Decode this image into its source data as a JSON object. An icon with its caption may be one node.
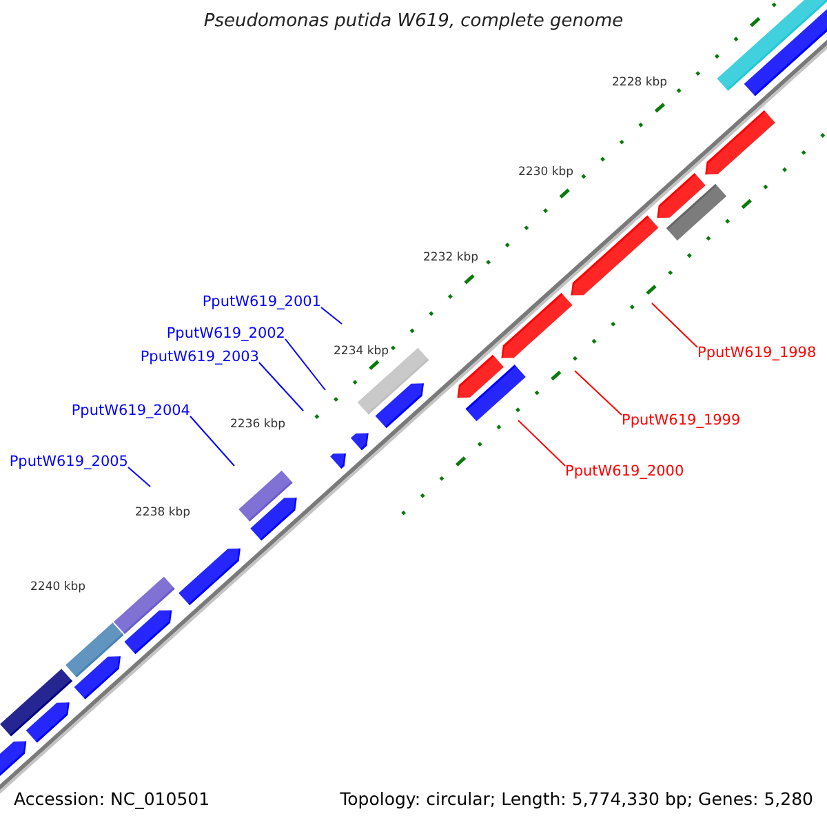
{
  "diagram": {
    "title": "Pseudomonas putida W619, complete genome",
    "nodes": [
      {
        "text": [
          "PputW619_2001"
        ]
      },
      {
        "text": [
          "PputW619_2002"
        ]
      },
      {
        "text": [
          "PputW619_1998"
        ]
      },
      {
        "text": [
          "PputW619_2003"
        ]
      },
      {
        "text": [
          "PputW619_2004"
        ]
      },
      {
        "text": [
          "PputW619_1999"
        ]
      },
      {
        "text": [
          "PputW619_2005"
        ]
      },
      {
        "text": [
          "PputW619_2000"
        ]
      }
    ],
    "edges": [
      {
        "from": 0,
        "to": null,
        "arrow": "none"
      },
      {
        "from": 1,
        "to": null,
        "arrow": "none"
      },
      {
        "from": 2,
        "to": null,
        "arrow": "none",
        "color": "#ff0000"
      },
      {
        "from": 3,
        "to": null,
        "arrow": "none"
      },
      {
        "from": 4,
        "to": null,
        "arrow": "none"
      },
      {
        "from": 5,
        "to": null,
        "arrow": "none",
        "color": "#ff0000"
      },
      {
        "from": 6,
        "to": null,
        "arrow": "none"
      },
      {
        "from": 7,
        "to": null,
        "arrow": "none",
        "color": "#ff0000"
      }
    ],
    "labels": [
      "2228 kbp",
      "2230 kbp",
      "2232 kbp",
      "2234 kbp",
      "2236 kbp",
      "2238 kbp",
      "2240 kbp",
      "Accession: NC_010501",
      "Topology: circular; Length: 5,774,330 bp; Genes: 5,280"
    ]
  }
}
